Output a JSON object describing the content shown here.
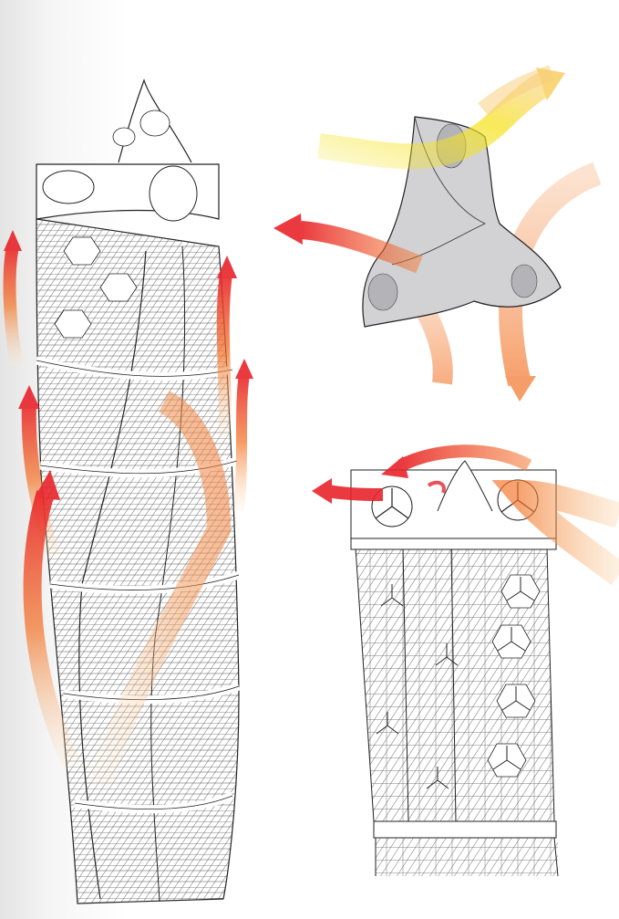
{
  "figure": {
    "panels": [
      {
        "id": "tower-main"
      },
      {
        "id": "plan-view"
      },
      {
        "id": "tower-top"
      }
    ],
    "colors": {
      "flow_hot": "#e8242b",
      "flow_warm": "#f3762b",
      "flow_cool": "#f7b57a",
      "flow_yellow": "#f5e21a",
      "line": "#222222",
      "tower_fill": "#ffffff",
      "plan_fill": "#d2d2d4"
    },
    "icons": [
      "airflow-arrow",
      "tower-lattice",
      "wind-turbine"
    ]
  }
}
